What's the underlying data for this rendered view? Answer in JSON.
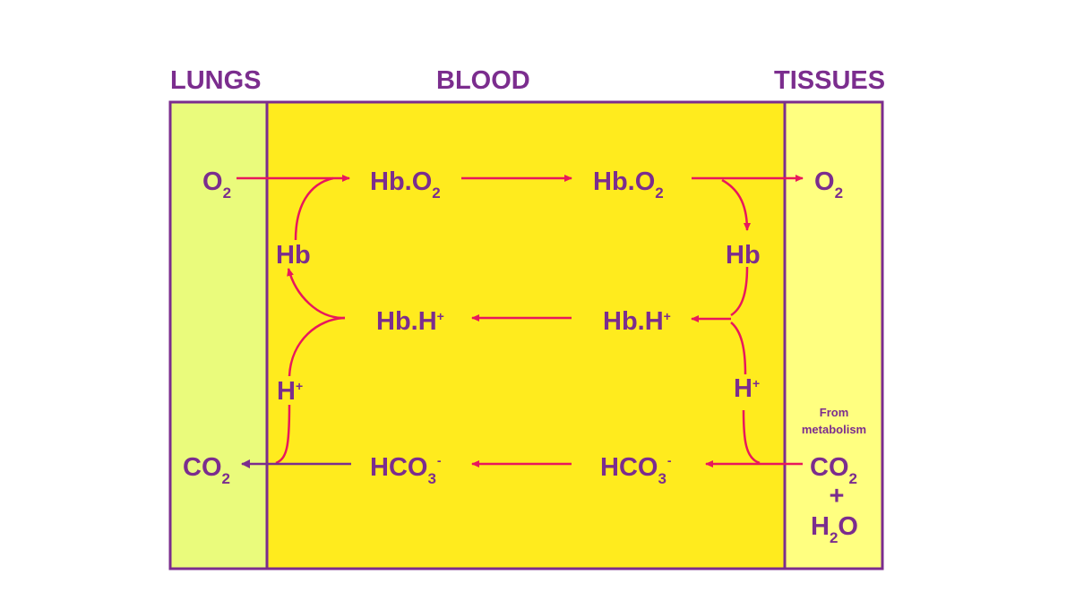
{
  "colors": {
    "purple": "#7b2d8e",
    "arrow": "#e8175d",
    "lungs_fill": "#eafb7c",
    "blood_fill": "#ffeb1e",
    "tissues_fill": "#ffff80"
  },
  "regions": {
    "lungs": "LUNGS",
    "blood": "BLOOD",
    "tissues": "TISSUES"
  },
  "species": {
    "o2": {
      "base": "O",
      "sub": "2"
    },
    "hbo2": {
      "base": "Hb.O",
      "sub": "2"
    },
    "hb": "Hb",
    "hbh": {
      "base": "Hb.H",
      "sup": "+"
    },
    "hplus": {
      "base": "H",
      "sup": "+"
    },
    "co2": {
      "base": "CO",
      "sub": "2"
    },
    "hco3": {
      "base": "HCO",
      "sub": "3",
      "sup": "-"
    },
    "plus": "+",
    "h2o": {
      "pre": "H",
      "sub": "2",
      "post": "O"
    }
  },
  "annotation": {
    "from_line1": "From",
    "from_line2": "metabolism"
  }
}
